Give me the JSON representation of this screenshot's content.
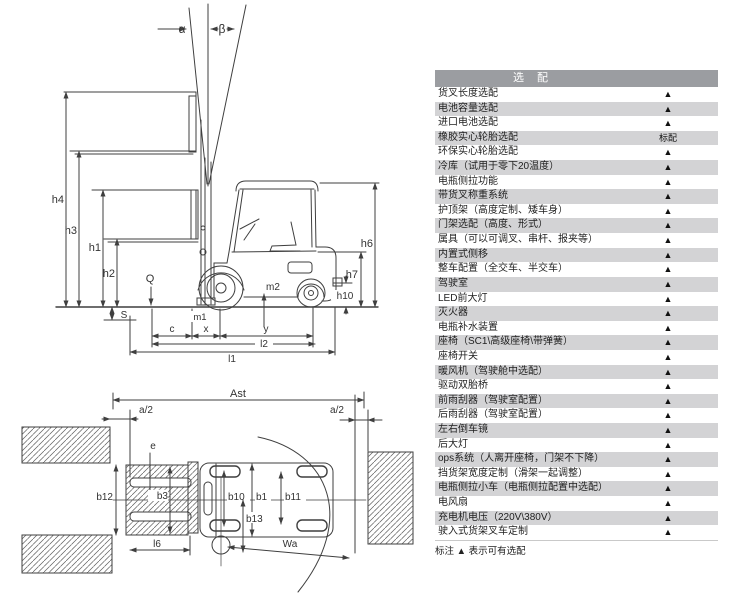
{
  "page": {
    "background": "#ffffff"
  },
  "options_table": {
    "header": "选 配",
    "footnote": "标注 ▲ 表示可有选配",
    "colors": {
      "header_bg": "#9b9da1",
      "header_text": "#ffffff",
      "row_alt_bg": "#d3d3d5",
      "text": "#1f1f1f",
      "marker": "#111111"
    },
    "rows": [
      {
        "label": "货叉长度选配",
        "value": "▲"
      },
      {
        "label": "电池容量选配",
        "value": "▲"
      },
      {
        "label": "进口电池选配",
        "value": "▲"
      },
      {
        "label": "橡胶实心轮胎选配",
        "value": "标配"
      },
      {
        "label": "环保实心轮胎选配",
        "value": "▲"
      },
      {
        "label": "冷库（试用于零下20温度）",
        "value": "▲"
      },
      {
        "label": "电瓶侧拉功能",
        "value": "▲"
      },
      {
        "label": "带货叉称重系统",
        "value": "▲"
      },
      {
        "label": "护顶架（高度定制、矮车身）",
        "value": "▲"
      },
      {
        "label": "门架选配（高度、形式）",
        "value": "▲"
      },
      {
        "label": "属具（可以可调叉、串杆、报夹等）",
        "value": "▲"
      },
      {
        "label": "内置式侧移",
        "value": "▲"
      },
      {
        "label": "整车配置（全交车、半交车）",
        "value": "▲"
      },
      {
        "label": "驾驶室",
        "value": "▲"
      },
      {
        "label": "LED前大灯",
        "value": "▲"
      },
      {
        "label": "灭火器",
        "value": "▲"
      },
      {
        "label": "电瓶补水装置",
        "value": "▲"
      },
      {
        "label": "座椅（SC1\\高级座椅\\带弹簧）",
        "value": "▲"
      },
      {
        "label": "座椅开关",
        "value": "▲"
      },
      {
        "label": "暖风机（驾驶舱中选配）",
        "value": "▲"
      },
      {
        "label": "驱动双胎桥",
        "value": "▲"
      },
      {
        "label": "前雨刮器（驾驶室配置）",
        "value": "▲"
      },
      {
        "label": "后雨刮器（驾驶室配置）",
        "value": "▲"
      },
      {
        "label": "左右倒车镜",
        "value": "▲"
      },
      {
        "label": "后大灯",
        "value": "▲"
      },
      {
        "label": "ops系统（人离开座椅，门架不下降）",
        "value": "▲"
      },
      {
        "label": "挡货架宽度定制（滑架一起调整）",
        "value": "▲"
      },
      {
        "label": "电瓶侧拉小车（电瓶侧拉配置中选配）",
        "value": "▲"
      },
      {
        "label": "电风扇",
        "value": "▲"
      },
      {
        "label": "充电机电压（220V\\380V）",
        "value": "▲"
      },
      {
        "label": "驶入式货架叉车定制",
        "value": "▲"
      }
    ]
  },
  "diagram": {
    "line_color": "#3f3f3f",
    "side_view": {
      "labels": {
        "alpha": "α",
        "beta": "β",
        "h1": "h1",
        "h2": "h2",
        "h3": "h3",
        "h4": "h4",
        "h6": "h6",
        "h7": "h7",
        "h10": "h10",
        "q": "Q",
        "s": "S",
        "m1": "m1",
        "m2": "m2",
        "c": "c",
        "x": "x",
        "y": "y",
        "l1": "l1",
        "l2": "l2"
      }
    },
    "top_view": {
      "labels": {
        "ast": "Ast",
        "a2_left": "a/2",
        "a2_right": "a/2",
        "e": "e",
        "b1": "b1",
        "b3": "b3",
        "b10": "b10",
        "b11": "b11",
        "b12": "b12",
        "b13": "b13",
        "l6": "l6",
        "wa": "Wa"
      }
    }
  }
}
